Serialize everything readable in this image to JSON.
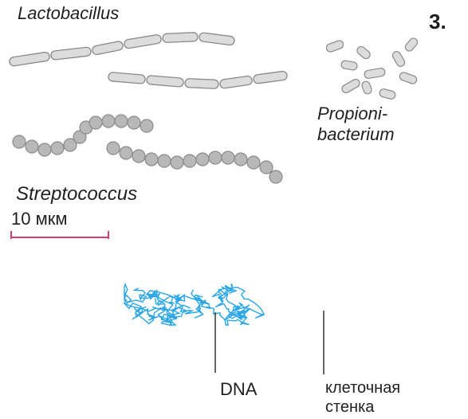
{
  "figure_number": "3.",
  "organisms": {
    "lactobacillus": "Lactobacillus",
    "propionibacterium_line1": "Propioni-",
    "propionibacterium_line2": "bacterium",
    "streptococcus": "Streptococcus"
  },
  "scale_bar": {
    "label": "10 мкм",
    "color": "#d04070"
  },
  "annotations": {
    "dna": "DNA",
    "cell_wall_line1": "клеточная",
    "cell_wall_line2": "стенка"
  },
  "colors": {
    "cell_fill": "#dcdcdc",
    "cell_stroke": "#8a8a8a",
    "coccus_fill": "#b8b8b8",
    "dna_color": "#2aa6e8",
    "leader_line": "#333333"
  }
}
